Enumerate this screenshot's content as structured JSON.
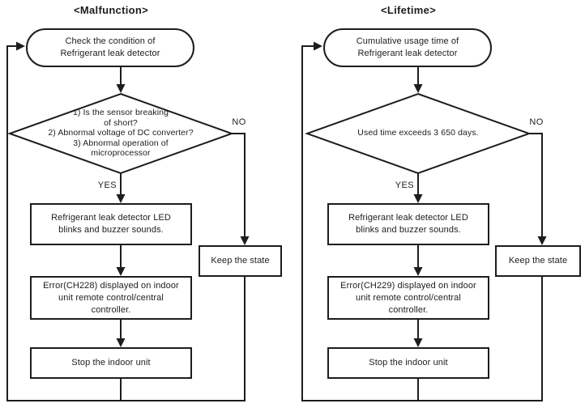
{
  "page": {
    "background": "#ffffff",
    "line_color": "#1d1d1b",
    "text_color": "#1d1d1b"
  },
  "flows": [
    {
      "id": "malfunction",
      "title": "<Malfunction>",
      "start_label": "Check the condition of\nRefrigerant leak detector",
      "decision_label": "1) Is the sensor breaking\nof short?\n2) Abnormal voltage of DC converter?\n3) Abnormal operation of\nmicroprocessor",
      "yes_label": "YES",
      "no_label": "NO",
      "steps": {
        "alert": "Refrigerant leak detector LED\nblinks and buzzer sounds.",
        "error": "Error(CH228) displayed on indoor\nunit remote control/central\ncontroller.",
        "stop": "Stop the indoor unit"
      },
      "keep_label": "Keep the state"
    },
    {
      "id": "lifetime",
      "title": "<Lifetime>",
      "start_label": "Cumulative usage time of\nRefrigerant leak detector",
      "decision_label": "Used time exceeds 3 650 days.",
      "yes_label": "YES",
      "no_label": "NO",
      "steps": {
        "alert": "Refrigerant leak detector LED\nblinks and buzzer sounds.",
        "error": "Error(CH229) displayed on indoor\nunit remote control/central\ncontroller.",
        "stop": "Stop the indoor unit"
      },
      "keep_label": "Keep the state"
    }
  ]
}
